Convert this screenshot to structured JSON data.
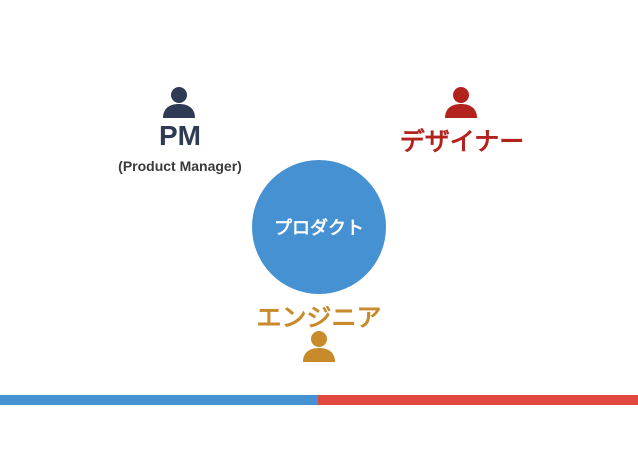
{
  "roles": {
    "pm": {
      "label": "PM",
      "sublabel": "(Product Manager)",
      "icon": "person-icon",
      "color": "#2f3b55"
    },
    "designer": {
      "label": "デザイナー",
      "icon": "person-icon",
      "color": "#b3231d"
    },
    "engineer": {
      "label": "エンジニア",
      "icon": "person-icon",
      "color": "#c88a2a"
    }
  },
  "product": {
    "label": "プロダクト",
    "color": "#4591d2"
  },
  "bottom_bar": {
    "left_color": "#4591d2",
    "right_color": "#e2493e"
  }
}
